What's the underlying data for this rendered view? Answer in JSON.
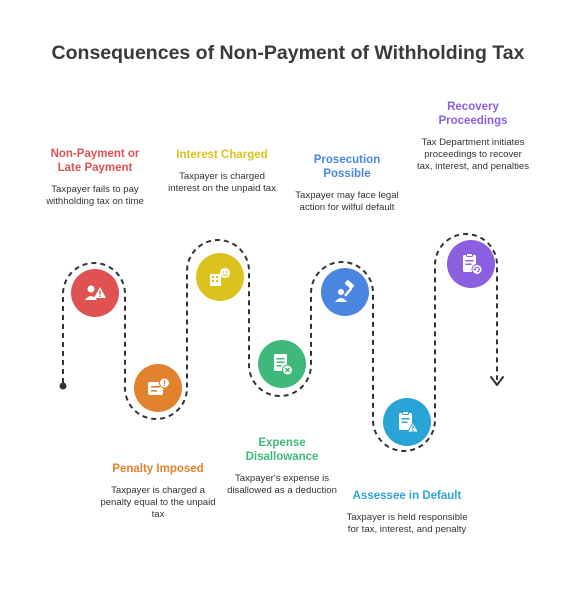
{
  "title": "Consequences of Non-Payment of Withholding Tax",
  "steps": [
    {
      "heading": "Non-Payment or Late Payment",
      "desc": "Taxpayer fails to pay withholding tax on time",
      "color": "#e05252",
      "icon": "alert-person-icon"
    },
    {
      "heading": "Penalty Imposed",
      "desc": "Taxpayer is charged a penalty equal to the unpaid tax",
      "color": "#e0822e",
      "icon": "penalty-notice-icon"
    },
    {
      "heading": "Interest Charged",
      "desc": "Taxpayer is charged interest on the unpaid tax",
      "color": "#dcc21f",
      "icon": "interest-building-icon"
    },
    {
      "heading": "Expense Disallowance",
      "desc": "Taxpayer's expense is disallowed as a deduction",
      "color": "#3fb97b",
      "icon": "disallowed-document-icon"
    },
    {
      "heading": "Prosecution Possible",
      "desc": "Taxpayer may face legal action for wilful default",
      "color": "#4a86e0",
      "icon": "gavel-icon"
    },
    {
      "heading": "Assessee in Default",
      "desc": "Taxpayer is held responsible for tax, interest, and penalty",
      "color": "#29a4d6",
      "icon": "warning-clipboard-icon"
    },
    {
      "heading": "Recovery Proceedings",
      "desc": "Tax Department initiates proceedings to recover tax, interest, and penalties",
      "color": "#8a5fe0",
      "icon": "recovery-clipboard-icon"
    }
  ]
}
